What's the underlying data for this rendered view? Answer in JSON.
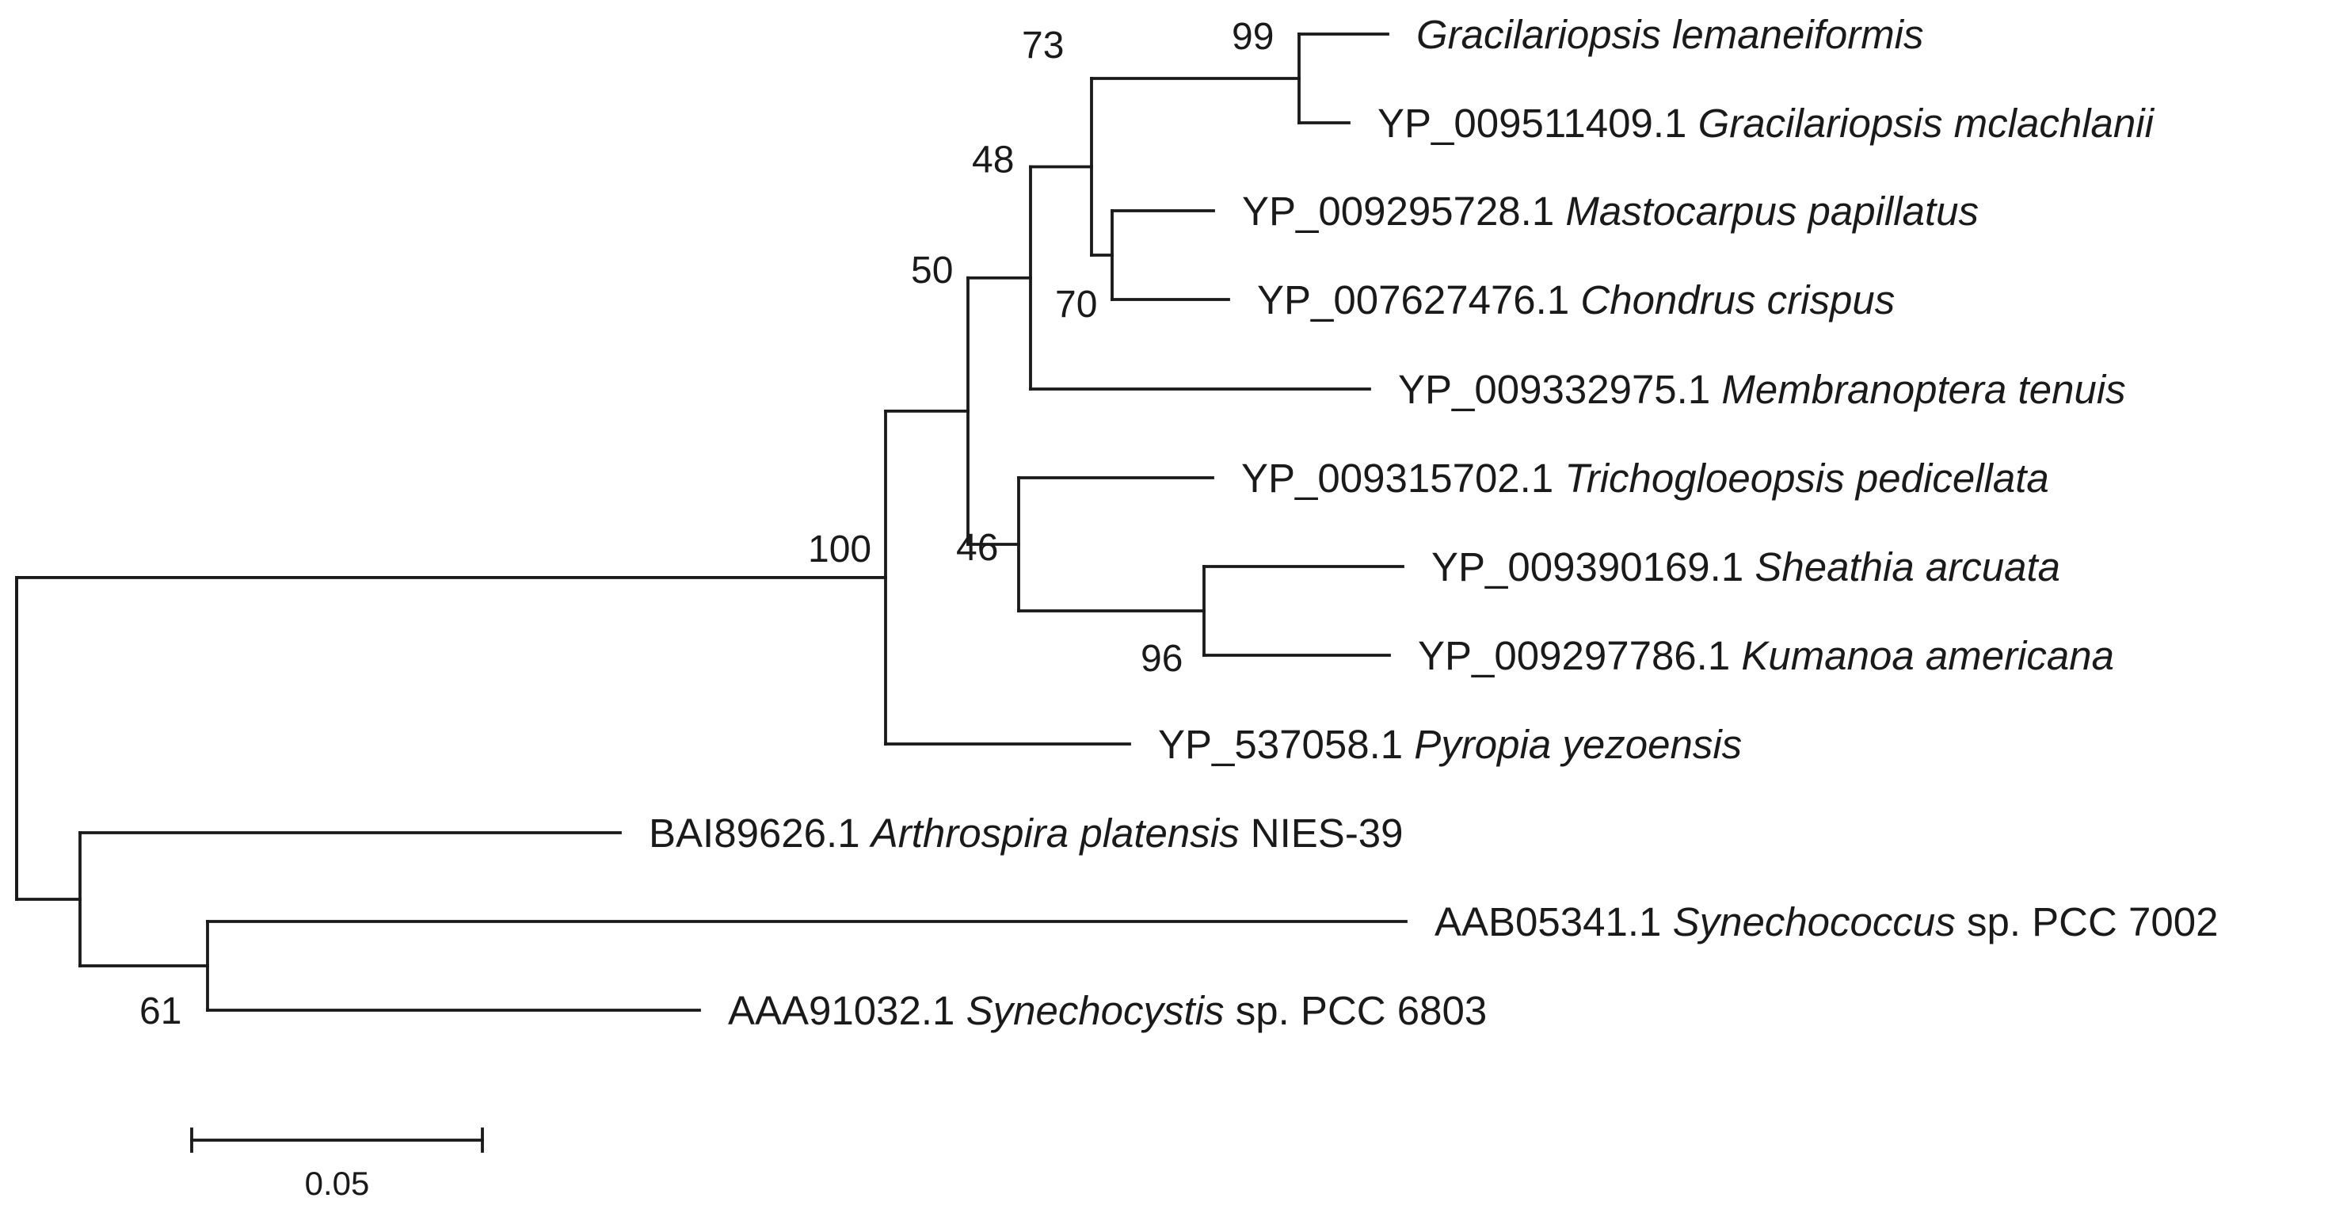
{
  "tree": {
    "leaves": [
      {
        "id": "glem",
        "accession": "",
        "species": "Gracilariopsis lemaneiformis",
        "suffix": ""
      },
      {
        "id": "gmcl",
        "accession": "YP_009511409.1",
        "species": "Gracilariopsis mclachlanii",
        "suffix": ""
      },
      {
        "id": "mpap",
        "accession": "YP_009295728.1",
        "species": "Mastocarpus papillatus",
        "suffix": ""
      },
      {
        "id": "ccri",
        "accession": "YP_007627476.1",
        "species": "Chondrus crispus",
        "suffix": ""
      },
      {
        "id": "mten",
        "accession": "YP_009332975.1",
        "species": "Membranoptera tenuis",
        "suffix": ""
      },
      {
        "id": "tped",
        "accession": "YP_009315702.1",
        "species": "Trichogloeopsis pedicellata",
        "suffix": ""
      },
      {
        "id": "sarc",
        "accession": "YP_009390169.1",
        "species": "Sheathia arcuata",
        "suffix": ""
      },
      {
        "id": "kame",
        "accession": "YP_009297786.1",
        "species": "Kumanoa americana",
        "suffix": ""
      },
      {
        "id": "pyez",
        "accession": "YP_537058.1",
        "species": "Pyropia yezoensis",
        "suffix": ""
      },
      {
        "id": "apla",
        "accession": "BAI89626.1",
        "species": "Arthrospira platensis",
        "suffix": "NIES-39"
      },
      {
        "id": "syco",
        "accession": "AAB05341.1",
        "species": "Synechococcus",
        "suffix": "sp. PCC 7002"
      },
      {
        "id": "sycy",
        "accession": "AAA91032.1",
        "species": "Synechocystis",
        "suffix": "sp. PCC 6803"
      }
    ],
    "bootstrap": {
      "n_gracil": "99",
      "n_73": "73",
      "n_70": "70",
      "n_48": "48",
      "n_50": "50",
      "n_100": "100",
      "n_46": "46",
      "n_96": "96",
      "n_61": "61"
    },
    "scale_bar_label": "0.05"
  }
}
